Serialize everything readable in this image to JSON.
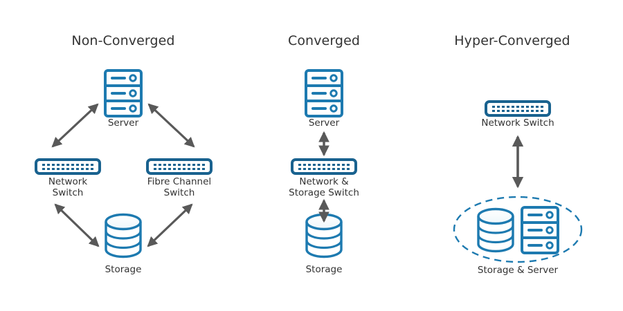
{
  "diagram": {
    "title_type": "infrastructure-architecture-comparison",
    "background_color": "#ffffff",
    "icon_color": "#1d7ab0",
    "icon_color_dark": "#19628f",
    "arrow_color": "#595959",
    "text_color": "#333333",
    "columns": [
      {
        "id": "non-converged",
        "title": "Non-Converged",
        "layout": "triangle",
        "nodes": [
          {
            "id": "server",
            "icon": "server-rack-icon",
            "label": "Server"
          },
          {
            "id": "network-switch",
            "icon": "network-switch-icon",
            "label": "Network\nSwitch"
          },
          {
            "id": "fibre-channel-switch",
            "icon": "network-switch-icon",
            "label": "Fibre Channel\nSwitch"
          },
          {
            "id": "storage",
            "icon": "storage-cylinder-icon",
            "label": "Storage"
          }
        ],
        "connections": [
          {
            "from": "network-switch",
            "to": "server",
            "style": "double-arrow"
          },
          {
            "from": "server",
            "to": "fibre-channel-switch",
            "style": "double-arrow"
          },
          {
            "from": "network-switch",
            "to": "storage",
            "style": "double-arrow"
          },
          {
            "from": "storage",
            "to": "fibre-channel-switch",
            "style": "double-arrow"
          }
        ]
      },
      {
        "id": "converged",
        "title": "Converged",
        "layout": "vertical-stack",
        "nodes": [
          {
            "id": "server",
            "icon": "server-rack-icon",
            "label": "Server"
          },
          {
            "id": "net-storage-switch",
            "icon": "network-switch-icon",
            "label": "Network &\nStorage Switch"
          },
          {
            "id": "storage",
            "icon": "storage-cylinder-icon",
            "label": "Storage"
          }
        ],
        "connections": [
          {
            "from": "server",
            "to": "net-storage-switch",
            "style": "double-arrow"
          },
          {
            "from": "net-storage-switch",
            "to": "storage",
            "style": "double-arrow"
          }
        ]
      },
      {
        "id": "hyper-converged",
        "title": "Hyper-Converged",
        "layout": "vertical-stack-grouped",
        "nodes": [
          {
            "id": "network-switch",
            "icon": "network-switch-icon",
            "label": "Network Switch"
          },
          {
            "id": "storage-server",
            "icon": "storage-and-server-group-icon",
            "label": "Storage & Server",
            "grouped": true,
            "group_shape": "dashed-ellipse",
            "members": [
              "storage-cylinder-icon",
              "server-rack-icon"
            ]
          }
        ],
        "connections": [
          {
            "from": "network-switch",
            "to": "storage-server",
            "style": "double-arrow"
          }
        ]
      }
    ]
  }
}
